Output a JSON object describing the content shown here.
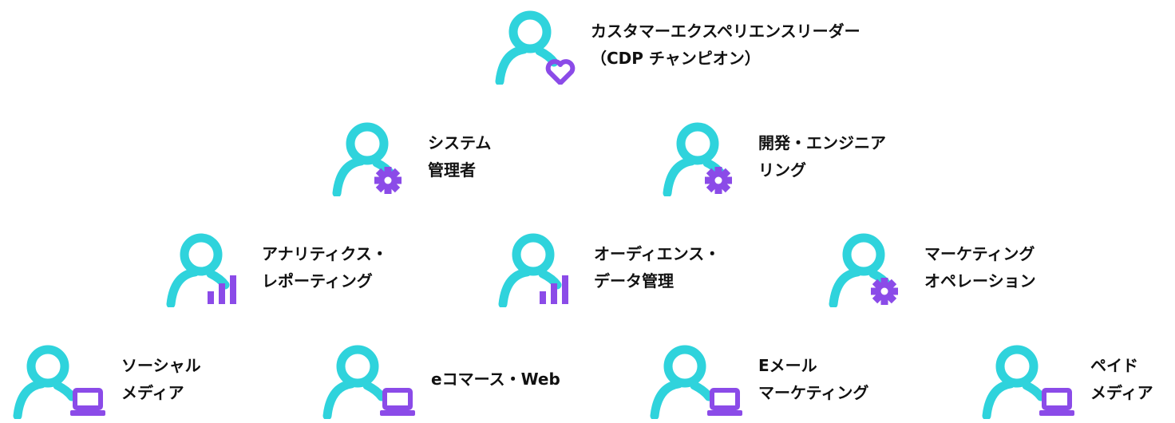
{
  "colors": {
    "person": "#2fd3dc",
    "badge": "#8b4be8",
    "text": "#111111"
  },
  "roles": [
    {
      "id": "cx-leader",
      "badge_icon": "heart-icon",
      "lines": [
        "カスタマーエクスペリエンスリーダー",
        "（CDP チャンピオン）"
      ]
    },
    {
      "id": "sysadmin",
      "badge_icon": "gear-icon",
      "lines": [
        "システム",
        "管理者"
      ]
    },
    {
      "id": "dev-engineering",
      "badge_icon": "gear-icon",
      "lines": [
        "開発・エンジニア",
        "リング"
      ]
    },
    {
      "id": "analytics",
      "badge_icon": "bar-chart-icon",
      "lines": [
        "アナリティクス・",
        "レポーティング"
      ]
    },
    {
      "id": "audience-data",
      "badge_icon": "bar-chart-icon",
      "lines": [
        "オーディエンス・",
        "データ管理"
      ]
    },
    {
      "id": "marketing-ops",
      "badge_icon": "gear-icon",
      "lines": [
        "マーケティング",
        "オペレーション"
      ]
    },
    {
      "id": "social-media",
      "badge_icon": "laptop-icon",
      "lines": [
        "ソーシャル",
        "メディア"
      ]
    },
    {
      "id": "ecommerce-web",
      "badge_icon": "laptop-icon",
      "lines": [
        "eコマース・Web"
      ]
    },
    {
      "id": "email-marketing",
      "badge_icon": "laptop-icon",
      "lines": [
        "Eメール",
        "マーケティング"
      ]
    },
    {
      "id": "paid-media",
      "badge_icon": "laptop-icon",
      "lines": [
        "ペイド",
        "メディア"
      ]
    }
  ]
}
